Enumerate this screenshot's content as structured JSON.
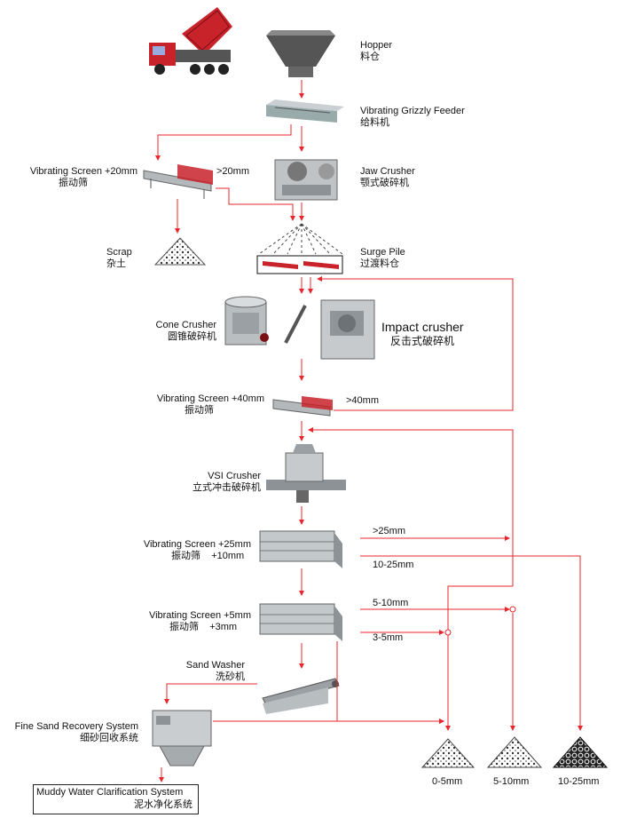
{
  "stages": {
    "hopper": {
      "en": "Hopper",
      "cn": "料仓"
    },
    "feeder": {
      "en": "Vibrating Grizzly Feeder",
      "cn": "给料机"
    },
    "screen1": {
      "en": "Vibrating Screen  +20mm",
      "cn": "振动筛"
    },
    "screen1_out": ">20mm",
    "jaw": {
      "en": "Jaw Crusher",
      "cn": "颚式破碎机"
    },
    "scrap": {
      "en": "Scrap",
      "cn": "杂土"
    },
    "surge": {
      "en": "Surge Pile",
      "cn": "过渡料仓"
    },
    "cone": {
      "en": "Cone Crusher",
      "cn": "圆锥破碎机"
    },
    "impact": {
      "en": "Impact crusher",
      "cn": "反击式破碎机"
    },
    "screen2": {
      "en": "Vibrating Screen  +40mm",
      "cn": "振动筛"
    },
    "screen2_out": ">40mm",
    "vsi": {
      "en": "VSI Crusher",
      "cn": "立式冲击破碎机"
    },
    "screen3": {
      "en": "Vibrating Screen  +25mm",
      "cn": "振动筛    +10mm"
    },
    "screen3_out1": ">25mm",
    "screen3_out2": "10-25mm",
    "screen4": {
      "en": "Vibrating Screen  +5mm",
      "cn": "振动筛    +3mm"
    },
    "screen4_out1": "5-10mm",
    "screen4_out2": "3-5mm",
    "washer": {
      "en": "Sand Washer",
      "cn": "洗砂机"
    },
    "fine": {
      "en": "Fine Sand Recovery System",
      "cn": "细砂回收系统"
    },
    "muddy": {
      "en": "Muddy Water Clarification System",
      "cn": "泥水净化系统"
    }
  },
  "products": [
    {
      "label": "0-5mm"
    },
    {
      "label": "5-10mm"
    },
    {
      "label": "10-25mm"
    }
  ],
  "colors": {
    "arrow": "#e8262b",
    "steel": "#8a8a8a",
    "truck_red": "#c8222a"
  }
}
